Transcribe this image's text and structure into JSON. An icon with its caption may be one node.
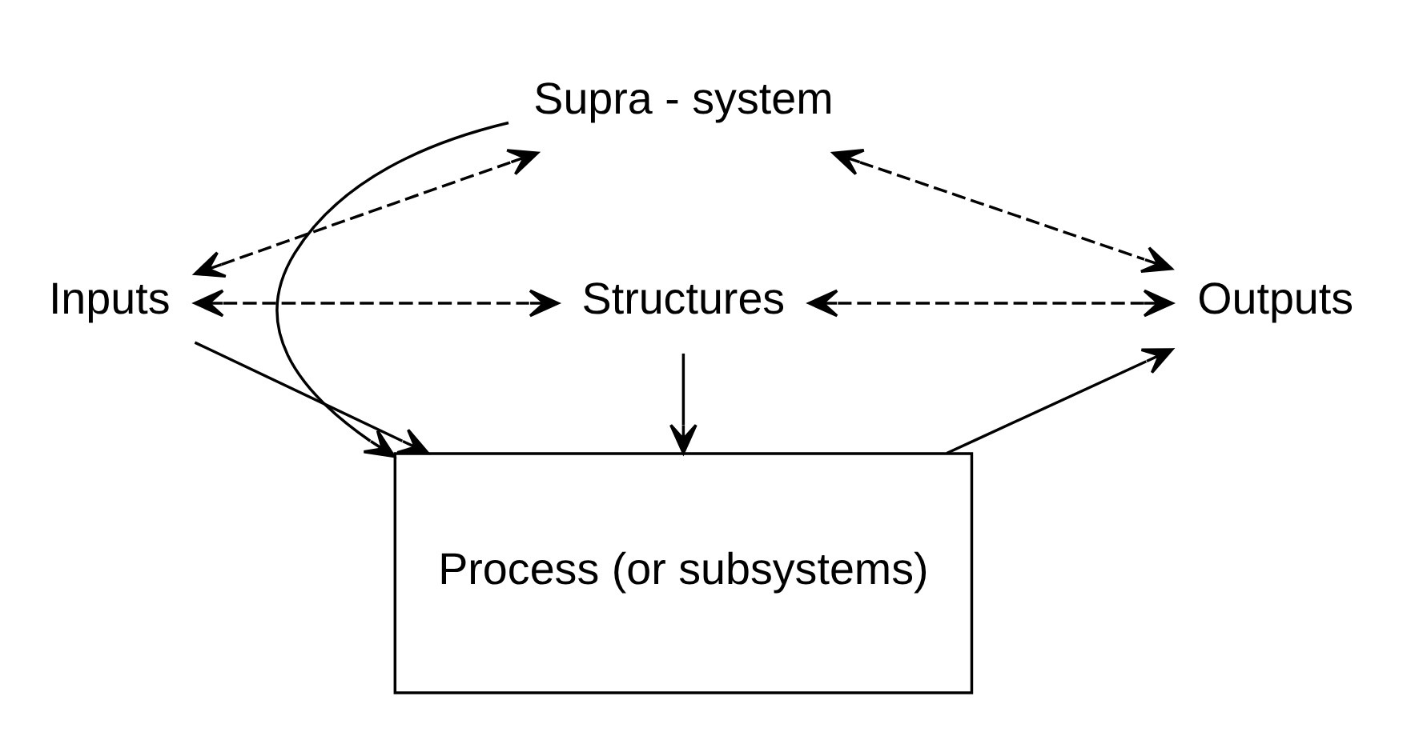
{
  "diagram": {
    "nodes": [
      {
        "text": [
          "Supra - system"
        ]
      },
      {
        "text": [
          "Inputs"
        ]
      },
      {
        "text": [
          "Process (or subsystems)"
        ]
      },
      {
        "text": [
          "Outputs"
        ]
      },
      {
        "text": [
          "Structures"
        ]
      }
    ],
    "edges": [
      {
        "from": 0,
        "to": 2,
        "arrow": "to"
      },
      {
        "from": 4,
        "to": 2,
        "arrow": "to"
      },
      {
        "from": 1,
        "to": 2,
        "arrow": "to"
      },
      {
        "from": 2,
        "to": 3,
        "arrow": "to"
      },
      {
        "from": 1,
        "to": 0,
        "arrow": "both",
        "style": "dashed"
      },
      {
        "from": 0,
        "to": 3,
        "arrow": "both",
        "style": "dashed"
      },
      {
        "from": 1,
        "to": 4,
        "arrow": "both",
        "style": "dashed"
      },
      {
        "from": 4,
        "to": 3,
        "arrow": "both",
        "style": "dashed"
      }
    ]
  }
}
